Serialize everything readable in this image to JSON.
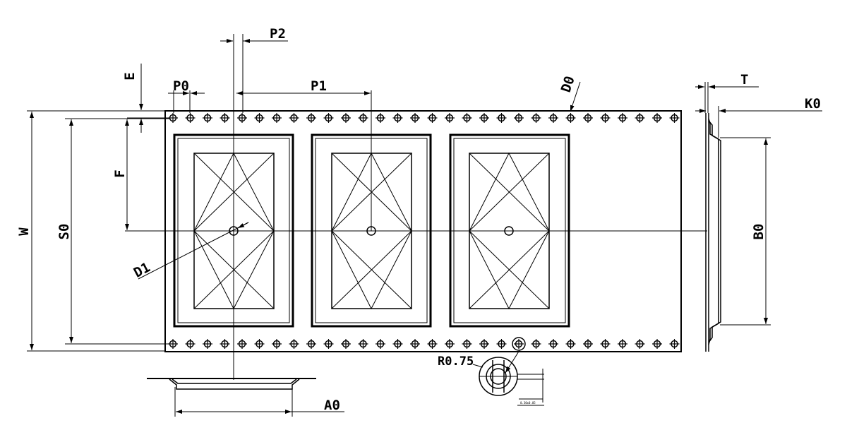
{
  "labels": {
    "p2": "P2",
    "e": "E",
    "p0": "P0",
    "p1": "P1",
    "d0": "D0",
    "t": "T",
    "k0": "K0",
    "w": "W",
    "s0": "S0",
    "f": "F",
    "d1": "D1",
    "b0": "B0",
    "a0": "A0",
    "r075": "R0.75",
    "detail_small": "0.30±0.05"
  },
  "sprocket_holes_per_row": 30,
  "pockets_count": 3
}
